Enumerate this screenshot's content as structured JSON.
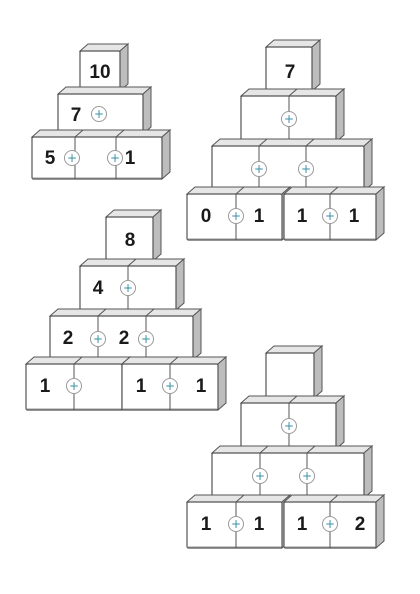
{
  "colors": {
    "front": "#ffffff",
    "top": "#e6e6e6",
    "side": "#bdbdbd",
    "stroke": "#555555",
    "plus": "#3a8fa6",
    "number": "#1a1a1a"
  },
  "plus_symbol": "+",
  "pyramids": [
    {
      "name": "pyramid-1",
      "rows": [
        {
          "blocks": [
            {
              "text": "10"
            }
          ]
        },
        {
          "blocks": [
            {
              "text": "7"
            }
          ],
          "plus": 1
        },
        {
          "blocks": [
            {
              "text": "5"
            },
            {
              "text": "1"
            }
          ],
          "plus": 1
        }
      ]
    },
    {
      "name": "pyramid-2",
      "rows": [
        {
          "blocks": [
            {
              "text": "7"
            }
          ]
        },
        {
          "blocks": [
            {
              "text": ""
            }
          ],
          "plus": 1
        },
        {
          "blocks": [
            {
              "text": ""
            }
          ],
          "plus": 2
        },
        {
          "blocks": [
            {
              "text": "0"
            },
            {
              "text": "1"
            },
            {
              "text": "1"
            },
            {
              "text": "1"
            }
          ],
          "plus": 1
        }
      ]
    },
    {
      "name": "pyramid-3",
      "rows": [
        {
          "blocks": [
            {
              "text": "8"
            }
          ]
        },
        {
          "blocks": [
            {
              "text": "4"
            }
          ],
          "plus": 1
        },
        {
          "blocks": [
            {
              "text": "2"
            },
            {
              "text": "2"
            }
          ],
          "plus": 2
        },
        {
          "blocks": [
            {
              "text": "1"
            },
            {
              "text": ""
            },
            {
              "text": "1"
            },
            {
              "text": "1"
            }
          ],
          "plus": 1
        }
      ]
    },
    {
      "name": "pyramid-4",
      "rows": [
        {
          "blocks": [
            {
              "text": ""
            }
          ]
        },
        {
          "blocks": [
            {
              "text": ""
            }
          ],
          "plus": 1
        },
        {
          "blocks": [
            {
              "text": ""
            }
          ],
          "plus": 2
        },
        {
          "blocks": [
            {
              "text": "1"
            },
            {
              "text": "1"
            },
            {
              "text": "1"
            },
            {
              "text": "2"
            }
          ],
          "plus": 1
        }
      ]
    }
  ]
}
